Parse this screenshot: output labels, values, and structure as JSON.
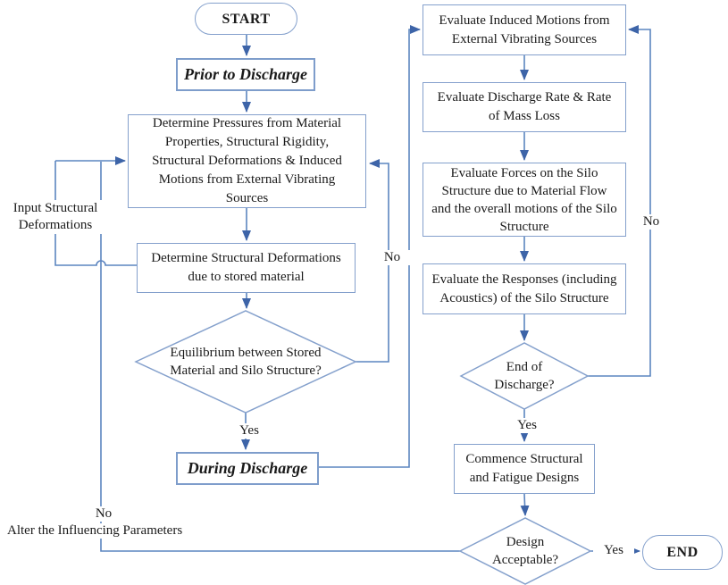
{
  "diagram": {
    "colors": {
      "line": "#5c85c0",
      "arrowhead": "#3d64a8",
      "box_border": "#84a0cc",
      "text": "#1a1a1a",
      "background": "#ffffff"
    },
    "nodes": {
      "start": "START",
      "prior_to_discharge": "Prior to Discharge",
      "determine_pressures": "Determine Pressures from Material\nProperties, Structural Rigidity,\nStructural Deformations & Induced\nMotions from External Vibrating\nSources",
      "determine_deformations": "Determine Structural Deformations\ndue to stored material",
      "equilibrium_question": "Equilibrium between Stored\nMaterial and Silo Structure?",
      "during_discharge": "During Discharge",
      "evaluate_induced_motions": "Evaluate Induced Motions from\nExternal Vibrating Sources",
      "evaluate_discharge_rate": "Evaluate Discharge Rate & Rate\nof Mass Loss",
      "evaluate_forces": "Evaluate Forces on the Silo\nStructure due to Material Flow\nand the overall motions of the Silo\nStructure",
      "evaluate_responses": "Evaluate the Responses (including\nAcoustics) of the Silo Structure",
      "end_of_discharge_question": "End of\nDischarge?",
      "commence_designs": "Commence Structural\nand Fatigue Designs",
      "design_acceptable_question": "Design\nAcceptable?",
      "end": "END"
    },
    "labels": {
      "yes_equilibrium": "Yes",
      "no_equilibrium": "No",
      "yes_end_of_discharge": "Yes",
      "no_end_of_discharge": "No",
      "yes_design": "Yes",
      "no_design": "No",
      "input_structural_deformations": "Input Structural\nDeformations",
      "alter_parameters": "Alter the Influencing Parameters"
    }
  }
}
